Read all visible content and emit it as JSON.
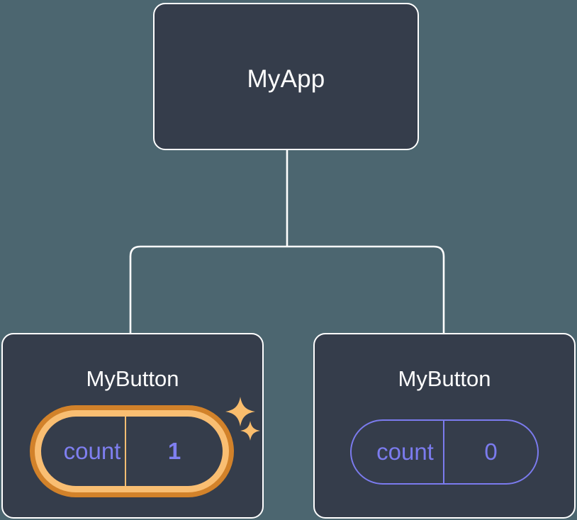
{
  "diagram": {
    "type": "component-tree",
    "background_color": "#4c6670",
    "card_color": "#353d4b",
    "connector_color": "#ffffff",
    "accent_highlight": "#d2822a",
    "accent_highlight_inner": "#f9be72",
    "accent_state": "#7b7bee",
    "root": {
      "label": "MyApp"
    },
    "children": [
      {
        "label": "MyButton",
        "state": {
          "key": "count",
          "value": "1"
        },
        "highlighted": true,
        "sparkles": 2
      },
      {
        "label": "MyButton",
        "state": {
          "key": "count",
          "value": "0"
        },
        "highlighted": false,
        "sparkles": 0
      }
    ]
  },
  "icons": {
    "sparkle_large": "sparkle-icon",
    "sparkle_small": "sparkle-icon"
  }
}
